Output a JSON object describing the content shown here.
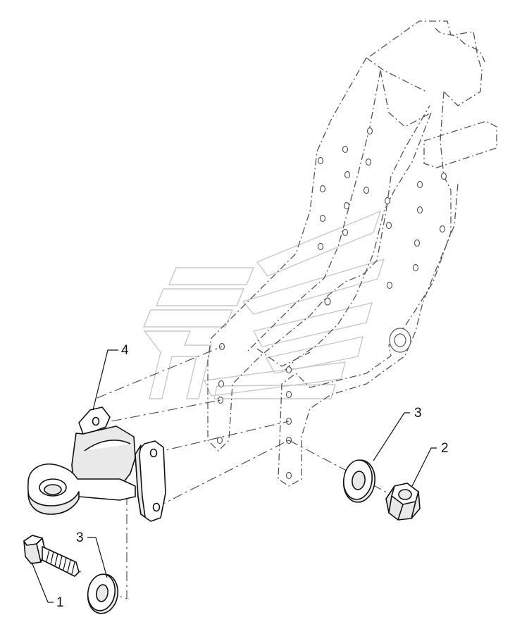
{
  "callouts": [
    {
      "id": "bolt",
      "label": "1"
    },
    {
      "id": "nut",
      "label": "2"
    },
    {
      "id": "washer-right",
      "label": "3"
    },
    {
      "id": "washer-left",
      "label": "3"
    },
    {
      "id": "tow-eye-bracket",
      "label": "4"
    }
  ],
  "colors": {
    "line": "#111111",
    "frame": "#555555",
    "watermark": "#c9c9c9",
    "background": "#ffffff"
  },
  "icons": {
    "bolt": "hex-bolt-icon",
    "nut": "hex-nut-icon",
    "washer": "flat-washer-icon",
    "bracket": "tow-eye-bracket-icon",
    "frame": "chassis-frame-icon",
    "watermark": "logo-watermark-icon"
  }
}
